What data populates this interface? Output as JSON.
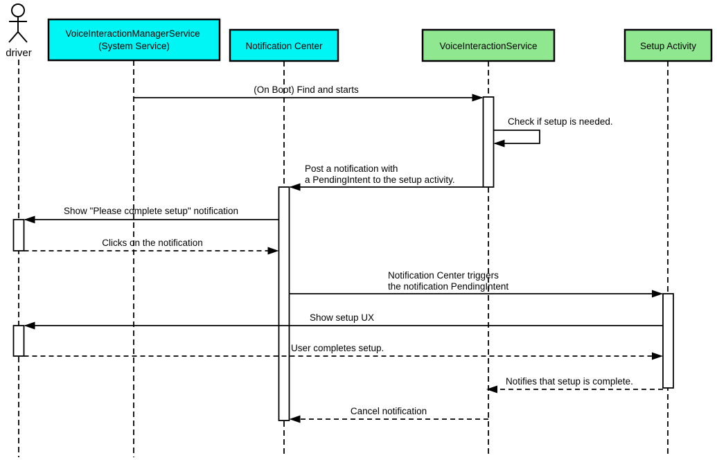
{
  "diagram": {
    "actor": {
      "label": "driver"
    },
    "participants": [
      {
        "id": "voice-interaction-manager-service",
        "lines": [
          "VoiceInteractionManagerService",
          "(System Service)"
        ],
        "fill": "#00f5f5"
      },
      {
        "id": "notification-center",
        "label": "Notification Center",
        "fill": "#00f5f5"
      },
      {
        "id": "voice-interaction-service",
        "label": "VoiceInteractionService",
        "fill": "#8fe78f"
      },
      {
        "id": "setup-activity",
        "label": "Setup Activity",
        "fill": "#8fe78f"
      }
    ],
    "messages": [
      {
        "text": "(On Boot) Find and starts",
        "from": "VoiceInteractionManagerService (System Service)",
        "to": "VoiceInteractionService",
        "style": "solid"
      },
      {
        "text": "Check if setup is needed.",
        "from": "VoiceInteractionService",
        "to": "VoiceInteractionService",
        "style": "self"
      },
      {
        "lines": [
          "Post a notification with",
          "a PendingIntent to the setup activity."
        ],
        "from": "VoiceInteractionService",
        "to": "Notification Center",
        "style": "solid"
      },
      {
        "text": "Show \"Please complete setup\" notification",
        "from": "Notification Center",
        "to": "driver",
        "style": "solid"
      },
      {
        "text": "Clicks on the notification",
        "from": "driver",
        "to": "Notification Center",
        "style": "dashed"
      },
      {
        "lines": [
          "Notification Center triggers",
          "the notification PendingIntent"
        ],
        "from": "Notification Center",
        "to": "Setup Activity",
        "style": "solid"
      },
      {
        "text": "Show setup UX",
        "from": "Setup Activity",
        "to": "driver",
        "style": "solid"
      },
      {
        "text": "User completes setup.",
        "from": "driver",
        "to": "Setup Activity",
        "style": "dashed"
      },
      {
        "text": "Notifies that setup is complete.",
        "from": "Setup Activity",
        "to": "VoiceInteractionService",
        "style": "dashed"
      },
      {
        "text": "Cancel notification",
        "from": "VoiceInteractionService",
        "to": "Notification Center",
        "style": "dashed"
      }
    ],
    "colors": {
      "participant_cyan": "#00f5f5",
      "participant_green": "#8fe78f",
      "line": "#000000",
      "background": "#ffffff"
    }
  }
}
